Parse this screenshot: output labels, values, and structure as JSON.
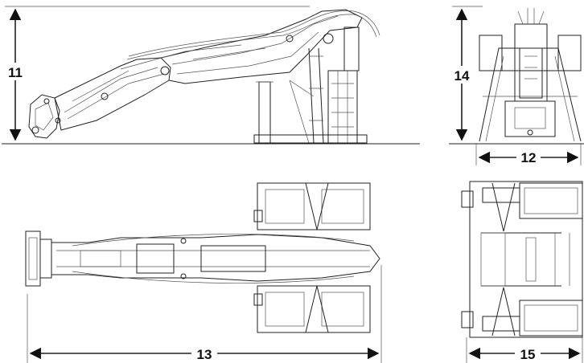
{
  "dimensions": {
    "side_height": "11",
    "front_height": "14",
    "front_width": "12",
    "top_length": "13",
    "top_width": "15"
  },
  "colors": {
    "ink": "#222222",
    "background": "#ffffff"
  }
}
